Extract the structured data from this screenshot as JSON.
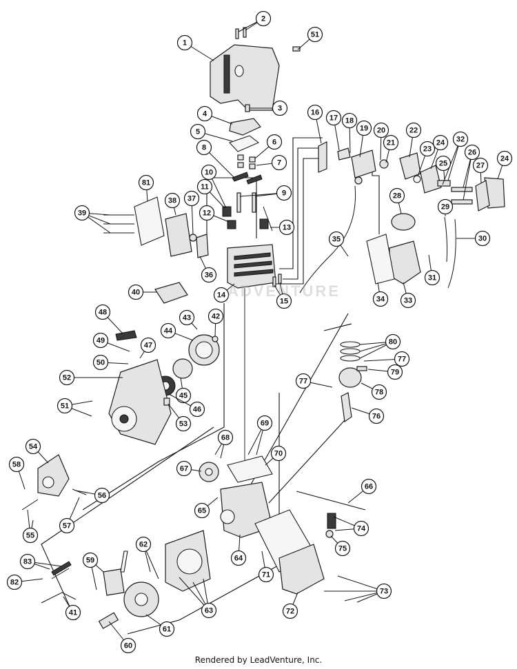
{
  "footer_text": "Rendered by LeadVenture, Inc.",
  "watermark_text": "ADVENTURE",
  "colors": {
    "ink": "#111111",
    "part_fill": "#e4e4e4",
    "dark_fill": "#3a3a3a",
    "background": "#ffffff"
  },
  "callouts": [
    "1",
    "2",
    "3",
    "4",
    "5",
    "6",
    "7",
    "8",
    "9",
    "10",
    "11",
    "12",
    "13",
    "14",
    "15",
    "16",
    "17",
    "18",
    "19",
    "20",
    "21",
    "22",
    "23",
    "24",
    "24",
    "25",
    "26",
    "27",
    "28",
    "29",
    "30",
    "31",
    "32",
    "33",
    "34",
    "35",
    "36",
    "37",
    "38",
    "39",
    "40",
    "41",
    "42",
    "43",
    "44",
    "45",
    "46",
    "47",
    "48",
    "49",
    "50",
    "51",
    "51",
    "52",
    "53",
    "54",
    "55",
    "56",
    "57",
    "58",
    "59",
    "60",
    "61",
    "62",
    "63",
    "64",
    "65",
    "66",
    "67",
    "68",
    "69",
    "70",
    "71",
    "72",
    "73",
    "74",
    "75",
    "76",
    "77",
    "77",
    "78",
    "79",
    "80",
    "81",
    "82",
    "83"
  ]
}
